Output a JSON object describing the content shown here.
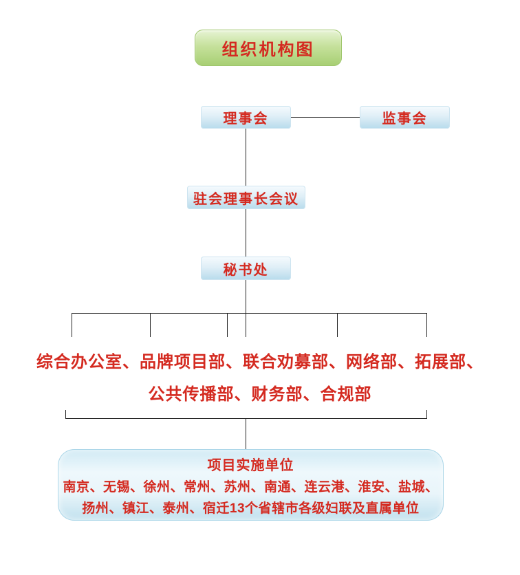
{
  "title": {
    "label": "组织机构图"
  },
  "nodes": {
    "board": {
      "label": "理事会"
    },
    "supervisory": {
      "label": "监事会"
    },
    "chairman_meeting": {
      "label": "驻会理事长会议"
    },
    "secretariat": {
      "label": "秘书处"
    }
  },
  "departments": {
    "line1": "综合办公室、品牌项目部、联合劝募部、网络部、拓展部、",
    "line2": "公共传播部、财务部、合规部"
  },
  "implementation_unit": {
    "title": "项目实施单位",
    "line1": "南京、无锡、徐州、常州、苏州、南通、连云港、淮安、盐城、",
    "line2": "扬州、镇江、泰州、宿迁13个省辖市各级妇联及直属单位"
  },
  "colors": {
    "text_red": "#d42a20",
    "title_green": "#a6ce72",
    "node_blue": "#b7dbec",
    "line_black": "#222222",
    "background": "#ffffff"
  }
}
